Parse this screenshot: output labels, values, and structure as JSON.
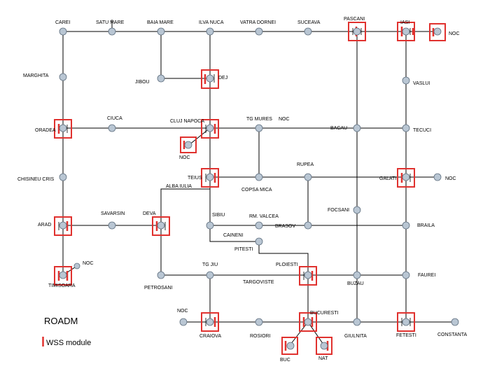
{
  "legend": {
    "title": "ROADM",
    "wss_label": "WSS module"
  },
  "colors": {
    "roadm_box": "#e0322f",
    "node_fill": "#b9c6d3",
    "link": "#000000"
  },
  "labels": {
    "carei": "CAREI",
    "satu_mare": "SATU MARE",
    "baia_mare": "BAIA MARE",
    "ilva_nuca": "ILVA NUCA",
    "vatra_dornei": "VATRA DORNEI",
    "suceava": "SUCEAVA",
    "pascani": "PASCANI",
    "iasi": "IASI",
    "noc_iasi": "NOC",
    "marghita": "MARGHITA",
    "jibou": "JIBOU",
    "dej": "DEJ",
    "vaslui": "VASLUI",
    "ciuca": "CIUCA",
    "cluj_napoca": "CLUJ NAPOCA",
    "tg_mures": "TG MURES",
    "noc_tgm": "NOC",
    "bacau": "BACAU",
    "tecuci": "TECUCI",
    "oradea": "ORADEA",
    "noc_cluj": "NOC",
    "rupea": "RUPEA",
    "chisineu_cris": "CHISINEU CRIS",
    "teius": "TEIUS",
    "alba_iulia": "ALBA IULIA",
    "copsa_mica": "COPSA MICA",
    "galati": "GALATI",
    "noc_galati": "NOC",
    "savarsin": "SAVARSIN",
    "deva": "DEVA",
    "sibiu": "SIBIU",
    "rm_valcea": "RM. VALCEA",
    "focsani": "FOCSANI",
    "arad": "ARAD",
    "brasov": "BRASOV",
    "braila": "BRAILA",
    "caineni": "CAINENI",
    "pitesti": "PITESTI",
    "noc_tim": "NOC",
    "tg_jiu": "TG JIU",
    "ploiesti": "PLOIESTI",
    "timisoara": "TIMISOARA",
    "targoviste": "TARGOVISTE",
    "petrosani": "PETROSANI",
    "buzau": "BUZAU",
    "faurei": "FAUREI",
    "noc_craiova": "NOC",
    "bucuresti": "BUCURESTI",
    "craiova": "CRAIOVA",
    "rosiori": "ROSIORI",
    "giurgiu_unitita": "GIULNITA",
    "fetesti": "FETESTI",
    "constanta": "CONSTANTA",
    "buc": "BUC",
    "nat": "NAT"
  }
}
